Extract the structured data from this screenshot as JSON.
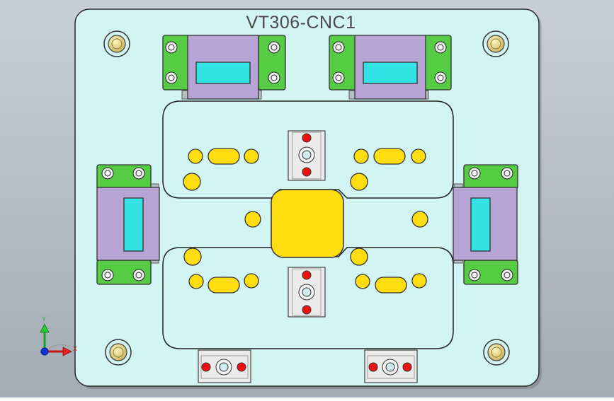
{
  "viewport": {
    "title": "VT306-CNC1",
    "background_top": "#c9cfd6",
    "background_bottom": "#a3abb4"
  },
  "colors": {
    "plate": "#d2f4f2",
    "clamp_body": "#b7a4d5",
    "clamp_window": "#33e3e3",
    "clamp_base": "#55cc44",
    "pocket_yellow": "#ffdd11",
    "locator_red": "#ee1111",
    "bushing_gold": "#ddcc77"
  },
  "triad": {
    "y_label": "Y",
    "x_label": "X",
    "y_icon": "axis-y-arrow-icon",
    "x_icon": "axis-x-arrow-icon",
    "origin_icon": "axis-origin-icon"
  }
}
